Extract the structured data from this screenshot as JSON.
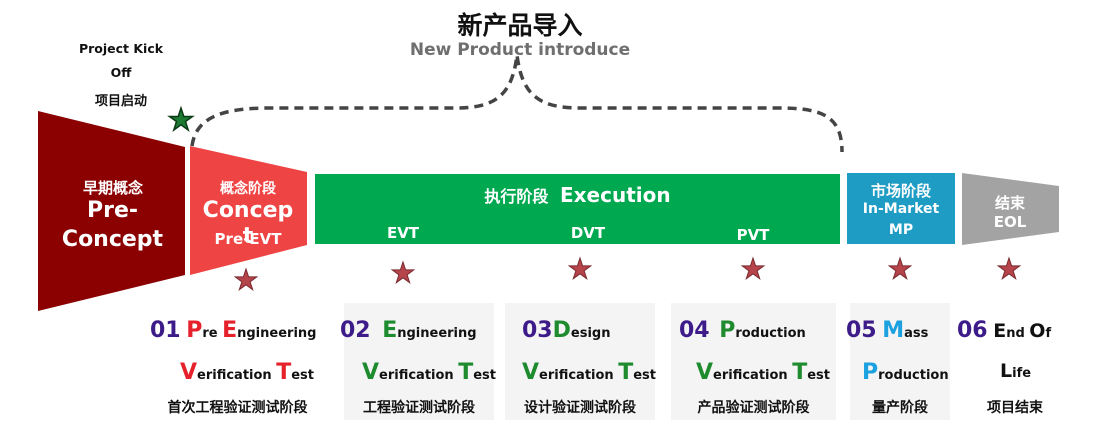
{
  "title": {
    "cn": "新产品导入",
    "en": "New Product introduce"
  },
  "kickoff": {
    "line1": "Project Kick",
    "line2": "Off",
    "line3": "项目启动"
  },
  "phases": {
    "pre": {
      "cn": "早期概念",
      "en1": "Pre-",
      "en2": "Concept"
    },
    "concept": {
      "cn": "概念阶段",
      "en1": "Concep",
      "en2": "t",
      "sub": "Pre-EVT"
    },
    "execution": {
      "cn": "执行阶段",
      "en": "Execution",
      "sub1": "EVT",
      "sub2": "DVT",
      "sub3": "PVT"
    },
    "market": {
      "cn": "市场阶段",
      "en": "In-Market",
      "sub": "MP"
    },
    "eol": {
      "cn": "结束",
      "en": "EOL"
    }
  },
  "colors": {
    "pre": "#8b0000",
    "concept": "#ef4444",
    "execution": "#00a84f",
    "market": "#1e9cc4",
    "eol": "#a3a3a3",
    "star": "#b5454b",
    "num": "#3d1c8a",
    "red": "#e5212b",
    "green": "#1e8b2e",
    "blue": "#1ba0e0"
  },
  "steps": [
    {
      "num": "01",
      "c1": "P",
      "r1": "re ",
      "c2": "E",
      "r2": "ngineering",
      "c3": "V",
      "r3": "erification ",
      "c4": "T",
      "r4": "est",
      "cn": "首次工程验证测试阶段"
    },
    {
      "num": "02",
      "c1": "E",
      "r1": "ngineering",
      "c3": "V",
      "r3": "erification ",
      "c4": "T",
      "r4": "est",
      "cn": "工程验证测试阶段"
    },
    {
      "num": "03",
      "c1": "D",
      "r1": "esign",
      "c3": "V",
      "r3": "erification ",
      "c4": "T",
      "r4": "est",
      "cn": "设计验证测试阶段"
    },
    {
      "num": "04",
      "c1": "P",
      "r1": "roduction",
      "c3": "V",
      "r3": "erification ",
      "c4": "T",
      "r4": "est",
      "cn": "产品验证测试阶段"
    },
    {
      "num": "05",
      "c1": "M",
      "r1": "ass",
      "c3": "P",
      "r3": "roduction",
      "cn": "量产阶段"
    },
    {
      "num": "06",
      "c1": "E",
      "r1": "nd ",
      "c2": "O",
      "r2": "f",
      "c3": "L",
      "r3": "ife",
      "cn": "项目结束"
    }
  ]
}
